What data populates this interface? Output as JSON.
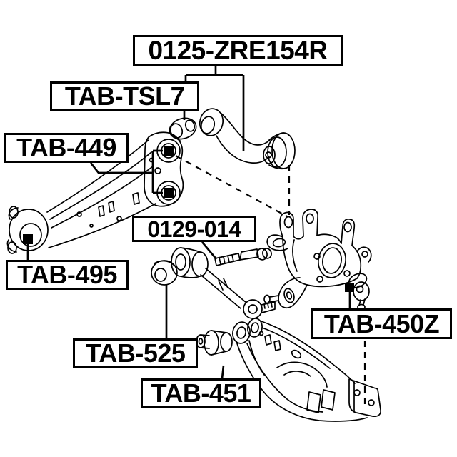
{
  "figure": {
    "type": "suspension-parts-diagram",
    "colors": {
      "background": "#ffffff",
      "line": "#000000",
      "label_border": "#000000",
      "label_text": "#000000",
      "pointer_marker": "#000000"
    },
    "labels": {
      "assembly": {
        "text": "0125-ZRE154R"
      },
      "tsl7": {
        "text": "TAB-TSL7"
      },
      "t449": {
        "text": "TAB-449"
      },
      "b129": {
        "text": "0129-014"
      },
      "t495": {
        "text": "TAB-495"
      },
      "t450z": {
        "text": "TAB-450Z"
      },
      "t525": {
        "text": "TAB-525"
      },
      "t451": {
        "text": "TAB-451"
      }
    }
  }
}
